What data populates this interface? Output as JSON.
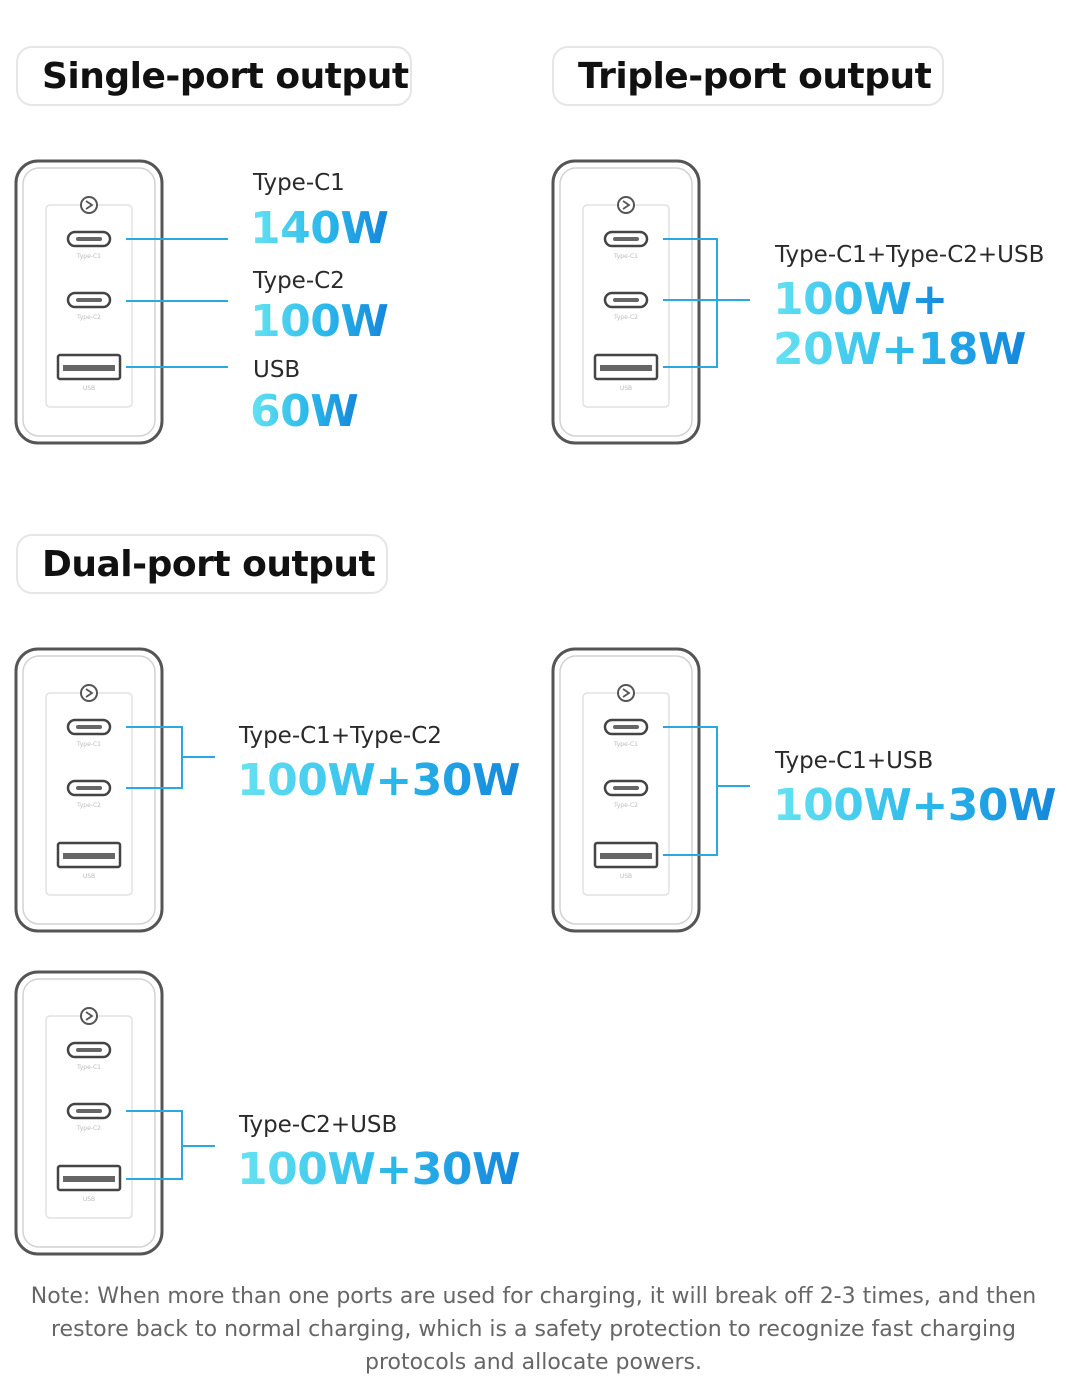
{
  "sections": {
    "single_title": "Single-port output",
    "triple_title": "Triple-port output",
    "dual_title": "Dual-port output"
  },
  "charger_port_labels": {
    "c1": "Type-C1",
    "c2": "Type-C2",
    "usb": "USB"
  },
  "single": {
    "c1_label": "Type-C1",
    "c1_watt": "140W",
    "c2_label": "Type-C2",
    "c2_watt": "100W",
    "usb_label": "USB",
    "usb_watt": "60W"
  },
  "triple": {
    "label": "Type-C1+Type-C2+USB",
    "watt_line1": "100W+",
    "watt_line2": "20W+18W"
  },
  "dual": {
    "c1c2_label": "Type-C1+Type-C2",
    "c1c2_watt": "100W+30W",
    "c1usb_label": "Type-C1+USB",
    "c1usb_watt": "100W+30W",
    "c2usb_label": "Type-C2+USB",
    "c2usb_watt": "100W+30W"
  },
  "note": "Note: When more than one ports are used for charging, it will break off 2-3 times, and then restore back to normal charging, which is a safety protection to recognize fast charging protocols and allocate powers.",
  "colors": {
    "line_blue": "#2aa8e0",
    "watt_gradient_start": "#66e3f2",
    "watt_gradient_end": "#1586dc",
    "charger_outline": "#555555"
  }
}
